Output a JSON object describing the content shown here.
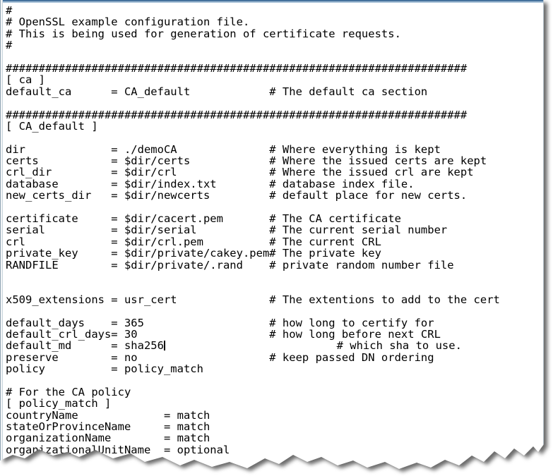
{
  "colors": {
    "text-color": "#000000",
    "page-bg": "#ffffff",
    "frame-top-dark": "#44719c",
    "frame-top-light": "#a9c2d8",
    "frame-left-dark": "#8fa3b2",
    "frame-left-light": "#c9d4dc",
    "shadow-color": "#6b6b6b"
  },
  "editor": {
    "lines": [
      "#",
      "# OpenSSL example configuration file.",
      "# This is being used for generation of certificate requests.",
      "#",
      "",
      "######################################################################",
      "[ ca ]",
      "default_ca      = CA_default            # The default ca section",
      "",
      "######################################################################",
      "[ CA_default ]",
      "",
      "dir             = ./demoCA              # Where everything is kept",
      "certs           = $dir/certs            # Where the issued certs are kept",
      "crl_dir         = $dir/crl              # Where the issued crl are kept",
      "database        = $dir/index.txt        # database index file.",
      "new_certs_dir   = $dir/newcerts         # default place for new certs.",
      "",
      "certificate     = $dir/cacert.pem       # The CA certificate",
      "serial          = $dir/serial           # The current serial number",
      "crl             = $dir/crl.pem          # The current CRL",
      "private_key     = $dir/private/cakey.pem# The private key",
      "RANDFILE        = $dir/private/.rand    # private random number file",
      "",
      "",
      "x509_extensions = usr_cert              # The extentions to add to the cert",
      "",
      "default_days    = 365                   # how long to certify for",
      "default_crl_days= 30                    # how long before next CRL",
      {
        "cursor": true,
        "before": "default_md      = sha256",
        "after": "                          # which sha to use."
      },
      "preserve        = no                    # keep passed DN ordering",
      "policy          = policy_match",
      "",
      "# For the CA policy",
      "[ policy_match ]",
      "countryName             = match",
      "stateOrProvinceName     = match",
      "organizationName        = match",
      "organizationalUnitName  = optional"
    ]
  }
}
